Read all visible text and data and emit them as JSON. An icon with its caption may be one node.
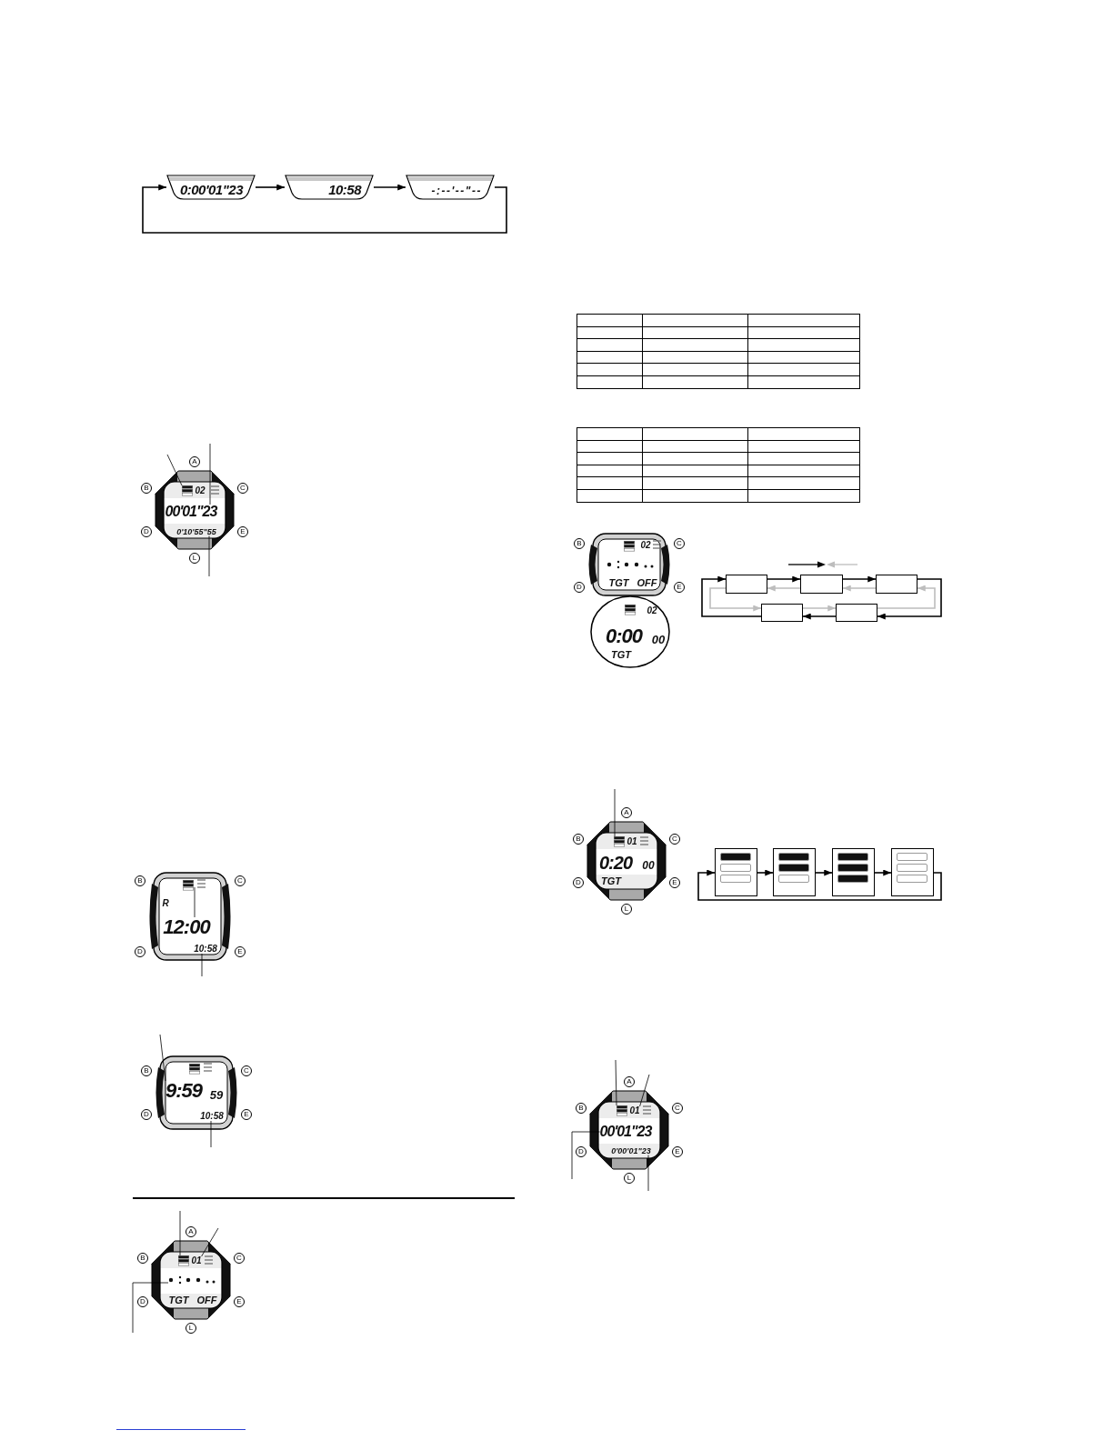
{
  "diagram": {
    "nodes": [
      {
        "text": [
          "0:00'01\"23"
        ]
      },
      {
        "text": [
          "10:58"
        ]
      },
      {
        "text": [
          "-:--'--\"--"
        ]
      },
      {
        "text": [],
        "shape": "bar"
      },
      {
        "text": [
          "00'01\"23"
        ]
      },
      {
        "text": [
          "0'10'55\"55"
        ]
      },
      {
        "text": [
          "12:00"
        ]
      },
      {
        "text": [
          "10:58"
        ]
      },
      {
        "text": [
          "9:59"
        ]
      },
      {
        "text": [
          "10:58"
        ]
      },
      {
        "text": [],
        "shape": "bar"
      },
      {
        "text": [
          "01"
        ]
      },
      {
        "text": [],
        "shape": "picture"
      },
      {
        "text": [],
        "shape": "box"
      },
      {
        "text": [],
        "shape": "box"
      },
      {
        "text": [],
        "shape": "box"
      },
      {
        "text": [],
        "shape": "box"
      },
      {
        "text": [],
        "shape": "box"
      },
      {
        "text": [],
        "shape": "bar"
      },
      {
        "text": [],
        "shape": "box"
      },
      {
        "text": [],
        "shape": "box"
      },
      {
        "text": [],
        "shape": "box"
      },
      {
        "text": [],
        "shape": "box"
      },
      {
        "text": [],
        "shape": "bar"
      },
      {
        "text": [
          "01"
        ]
      },
      {
        "text": [
          "00'01\"23"
        ]
      },
      {
        "text": [
          "0'00'01\"23"
        ]
      }
    ],
    "edges": [
      {
        "from": 0,
        "to": 1,
        "arrow": "to"
      },
      {
        "from": 1,
        "to": 2,
        "arrow": "to"
      },
      {
        "from": 2,
        "to": 0,
        "arrow": "to"
      },
      {
        "from": null,
        "to": 3,
        "arrow": "none"
      },
      {
        "from": null,
        "to": 4,
        "arrow": "none"
      },
      {
        "from": null,
        "to": 5,
        "arrow": "none"
      },
      {
        "from": null,
        "to": 6,
        "arrow": "none"
      },
      {
        "from": null,
        "to": 7,
        "arrow": "none"
      },
      {
        "from": null,
        "to": 8,
        "arrow": "none"
      },
      {
        "from": null,
        "to": 9,
        "arrow": "none"
      },
      {
        "from": null,
        "to": 10,
        "arrow": "none"
      },
      {
        "from": null,
        "to": 11,
        "arrow": "none"
      },
      {
        "from": null,
        "to": 12,
        "arrow": "none"
      },
      {
        "from": 13,
        "to": 14,
        "arrow": "to"
      },
      {
        "from": 14,
        "to": 15,
        "arrow": "to"
      },
      {
        "from": 15,
        "to": 17,
        "arrow": "to"
      },
      {
        "from": 17,
        "to": 16,
        "arrow": "to"
      },
      {
        "from": 16,
        "to": 13,
        "arrow": "to"
      },
      {
        "from": 14,
        "to": 13,
        "arrow": "to",
        "color": "#bdbdbd"
      },
      {
        "from": 15,
        "to": 14,
        "arrow": "to",
        "color": "#bdbdbd"
      },
      {
        "from": 17,
        "to": 15,
        "arrow": "to",
        "color": "#bdbdbd"
      },
      {
        "from": 16,
        "to": 17,
        "arrow": "to",
        "color": "#bdbdbd"
      },
      {
        "from": 13,
        "to": 16,
        "arrow": "to",
        "color": "#bdbdbd"
      },
      {
        "from": null,
        "to": 18,
        "arrow": "none"
      },
      {
        "from": 19,
        "to": 20,
        "arrow": "to"
      },
      {
        "from": 20,
        "to": 21,
        "arrow": "to"
      },
      {
        "from": 21,
        "to": 22,
        "arrow": "to"
      },
      {
        "from": 22,
        "to": 19,
        "arrow": "to"
      },
      {
        "from": null,
        "to": 23,
        "arrow": "none"
      },
      {
        "from": null,
        "to": 24,
        "arrow": "none"
      },
      {
        "from": null,
        "to": 25,
        "arrow": "none"
      },
      {
        "from": null,
        "to": 26,
        "arrow": "none"
      }
    ],
    "labels": [
      "A",
      "B",
      "C",
      "02",
      "D",
      "E",
      "L",
      "B",
      "C",
      "R",
      "D",
      "E",
      "B",
      "C",
      "59",
      "D",
      "E",
      "A",
      "B",
      "C",
      "D",
      "TGT OFF",
      "E",
      "L",
      "B",
      "02",
      "C",
      "D",
      "TGT OFF",
      "E",
      "02",
      "0:00",
      "00",
      "TGT",
      "A",
      "B",
      "01",
      "C",
      "0:20",
      "00",
      "D",
      "TGT",
      "E",
      "L",
      "A",
      "B",
      "C",
      "D",
      "E",
      "L"
    ]
  }
}
